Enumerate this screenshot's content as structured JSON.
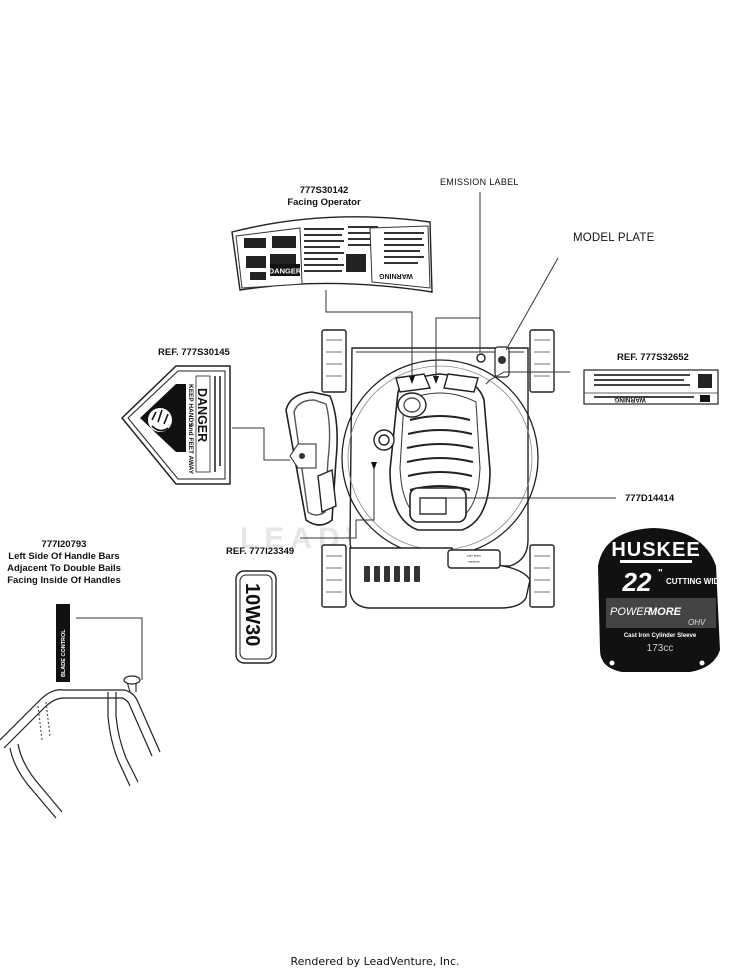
{
  "callouts": {
    "operator_label": {
      "part": "777S30142",
      "note": "Facing Operator"
    },
    "emission": "EMISSION LABEL",
    "model_plate": "MODEL PLATE",
    "danger_ref": "REF. 777S30145",
    "warning_ref": "REF. 777S32652",
    "brand_label": "777D14414",
    "oil_ref": "REF. 777I23349",
    "handle_label": {
      "part": "777I20793",
      "line1": "Left Side Of Handle Bars",
      "line2": "Adjacent To Double Bails",
      "line3": "Facing Inside Of Handles"
    }
  },
  "decals": {
    "danger": {
      "title": "DANGER",
      "line1": "KEEP HANDS",
      "line2": "and FEET AWAY"
    },
    "oil": "10W30",
    "brand": {
      "name": "HUSKEE",
      "size": "22",
      "size_unit": "\"",
      "cutting_width": "CUTTING WIDTH",
      "engine_a": "POWER",
      "engine_b": "MORE",
      "engine_c": "OHV",
      "sleeve": "Cast Iron Cylinder Sleeve",
      "displacement": "173cc"
    },
    "operator_danger": "DANGER",
    "operator_warning": "WARNING",
    "warning": "WARNING",
    "blade_control": "BLADE CONTROL"
  },
  "watermark": "LEADVENTURE",
  "footer": "Rendered by LeadVenture, Inc."
}
